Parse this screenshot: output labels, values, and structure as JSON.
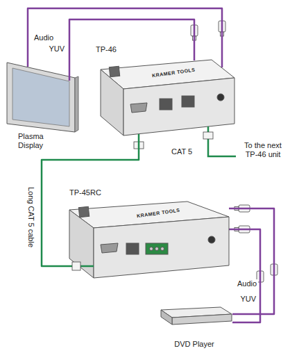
{
  "diagram": {
    "nodes": [
      {
        "text": [
          "Plasma Display"
        ]
      },
      {
        "text": [
          "TP-46"
        ]
      },
      {
        "text": [
          "TP-45RC"
        ]
      },
      {
        "text": [
          "DVD Player"
        ]
      }
    ],
    "edges": [
      {
        "from": 1,
        "to": 0,
        "arrow": "none",
        "label": "Audio"
      },
      {
        "from": 1,
        "to": 0,
        "arrow": "none",
        "label": "YUV"
      },
      {
        "from": 2,
        "to": 1,
        "arrow": "none",
        "label": "Long CAT 5 cable"
      },
      {
        "from": 3,
        "to": 2,
        "arrow": "none",
        "label": "Audio"
      },
      {
        "from": 3,
        "to": 2,
        "arrow": "none",
        "label": "YUV"
      }
    ],
    "labels": [
      "CAT 5",
      "To the next TP-46 unit",
      "KRAMER TOOLS",
      "KRAMER TOOLS"
    ]
  }
}
